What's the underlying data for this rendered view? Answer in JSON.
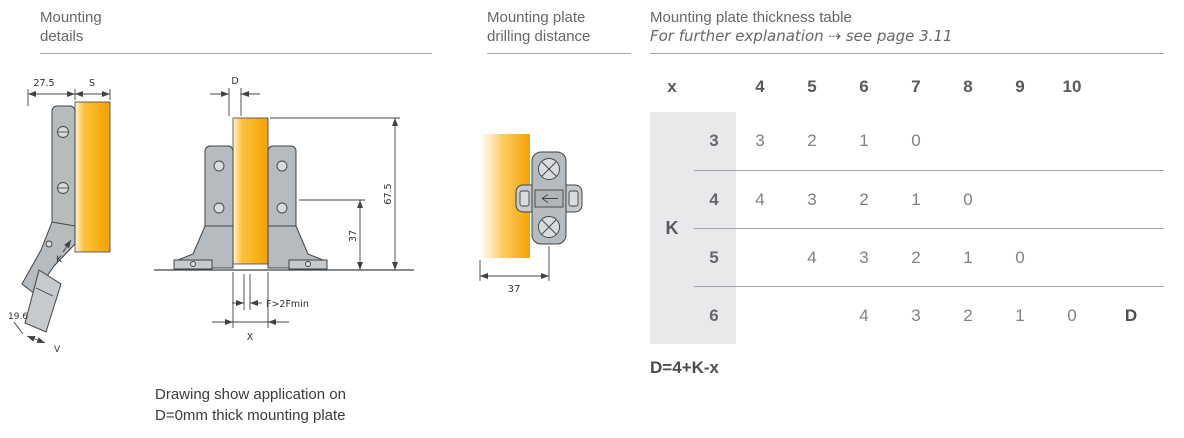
{
  "headers": {
    "left": {
      "line1": "Mounting",
      "line2": "details"
    },
    "mid": {
      "line1": "Mounting plate",
      "line2": "drilling distance"
    },
    "right": {
      "title": "Mounting plate thickness table",
      "note_pre": "For further explanation",
      "note_arrow": "⇢",
      "note_post": "see page 3.11"
    }
  },
  "drawing1": {
    "dim_275": "27.5",
    "dim_s": "S",
    "dim_k": "K",
    "dim_196": "19.6",
    "dim_v": "V"
  },
  "drawing2": {
    "dim_d": "D",
    "dim_675": "67.5",
    "dim_37": "37",
    "dim_f": "F>2Fmin",
    "dim_x": "X",
    "caption_line1": "Drawing show application on",
    "caption_line2": "D=0mm thick mounting plate"
  },
  "drawing3": {
    "dim_37": "37"
  },
  "table": {
    "x_label": "x",
    "columns": [
      "4",
      "5",
      "6",
      "7",
      "8",
      "9",
      "10"
    ],
    "k_label": "K",
    "rows": [
      {
        "k": "3",
        "values": [
          "3",
          "2",
          "1",
          "0",
          "",
          "",
          ""
        ],
        "tail": ""
      },
      {
        "k": "4",
        "values": [
          "4",
          "3",
          "2",
          "1",
          "0",
          "",
          ""
        ],
        "tail": ""
      },
      {
        "k": "5",
        "values": [
          "",
          "4",
          "3",
          "2",
          "1",
          "0",
          ""
        ],
        "tail": ""
      },
      {
        "k": "6",
        "values": [
          "",
          "",
          "4",
          "3",
          "2",
          "1",
          "0"
        ],
        "tail": "D"
      }
    ],
    "formula": "D=4+K-x"
  },
  "colors": {
    "accent_orange": "#F5A200",
    "table_gray": "#E9E9EB"
  }
}
